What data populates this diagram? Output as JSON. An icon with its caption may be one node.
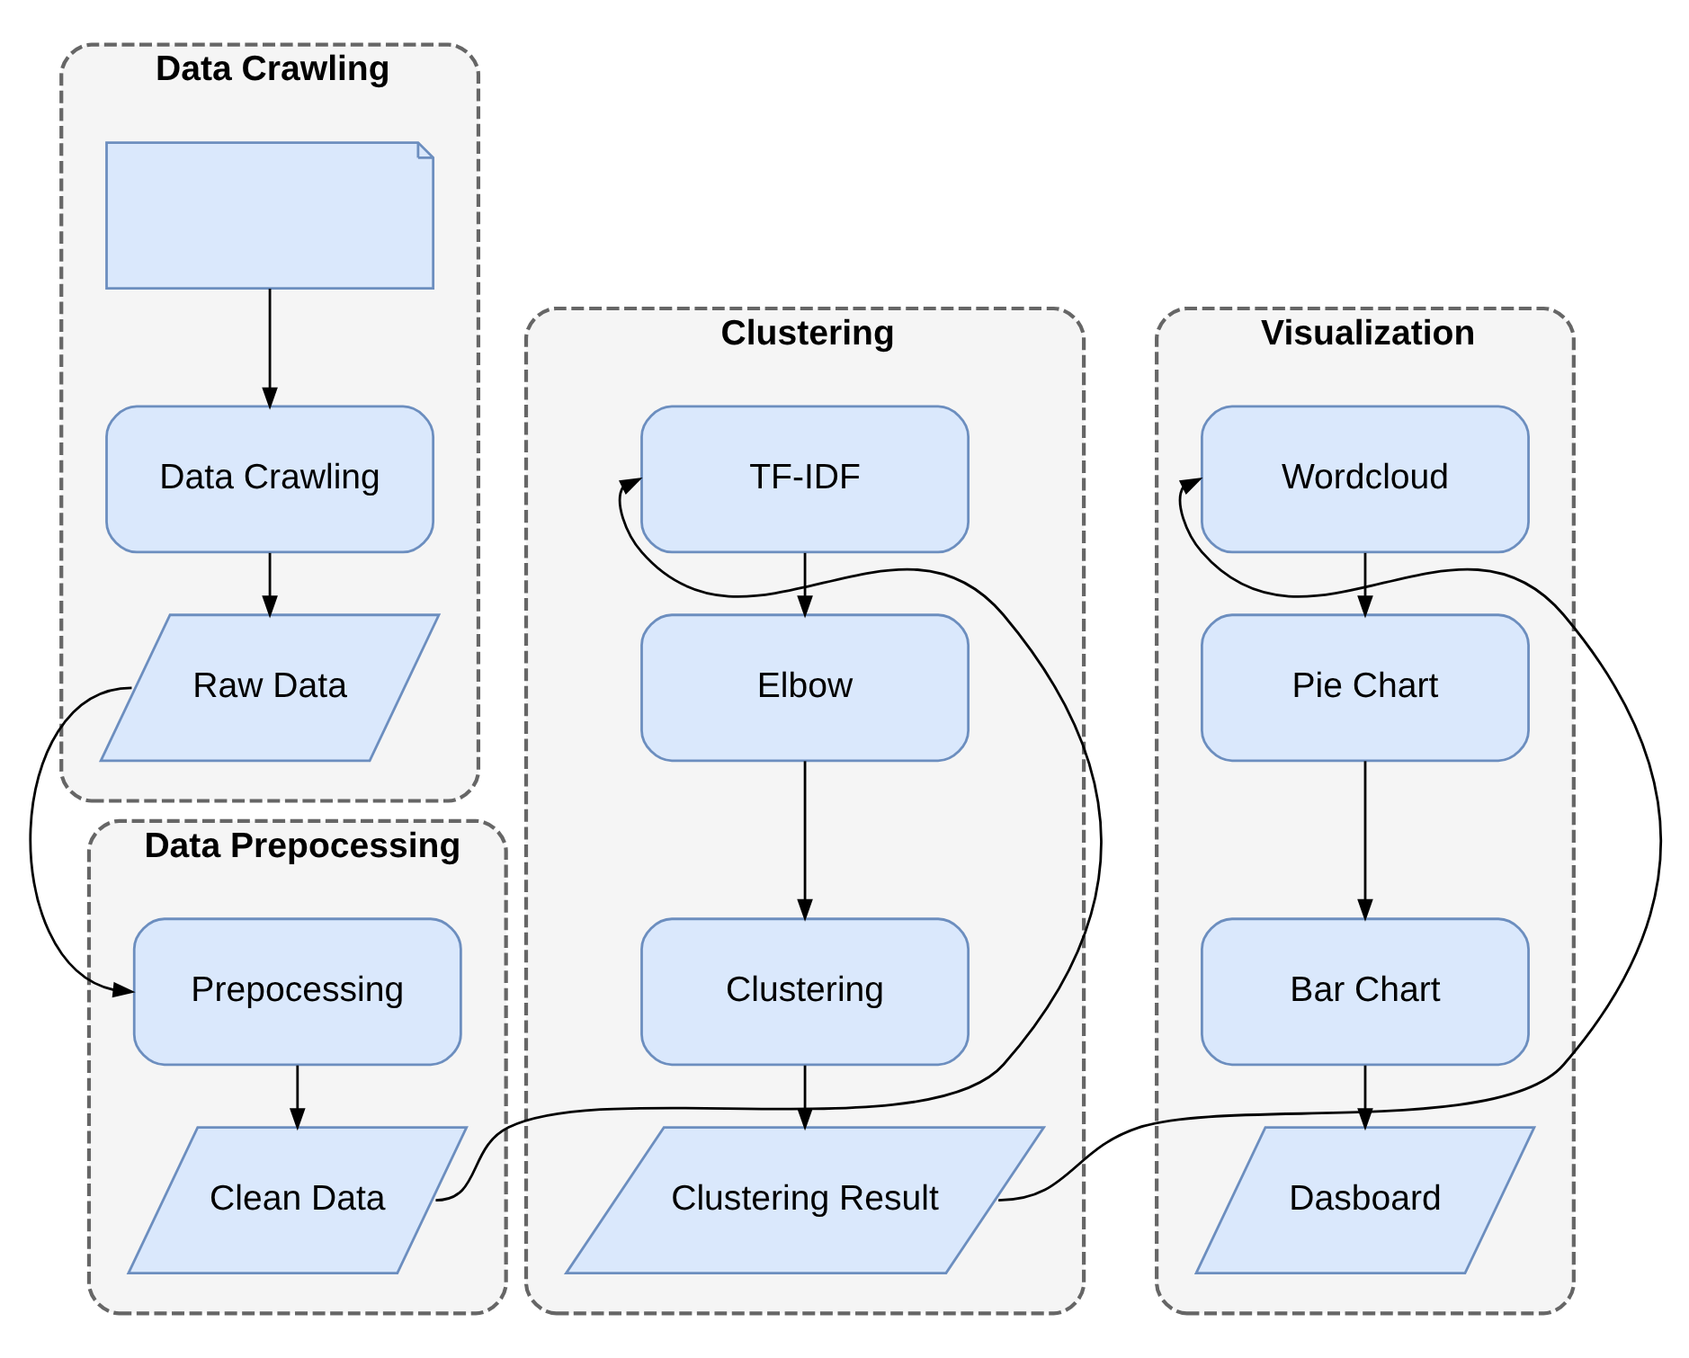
{
  "diagram": {
    "nodes": [
      {
        "text": [
          "Data Crawling"
        ]
      },
      {
        "text": [],
        "shape": "document",
        "in": 0
      },
      {
        "text": [
          "Data Crawling"
        ],
        "in": 0
      },
      {
        "text": [
          "Raw Data"
        ],
        "in": 0
      },
      {
        "text": [
          "Data Prepocessing"
        ]
      },
      {
        "text": [
          "Prepocessing"
        ],
        "in": 4
      },
      {
        "text": [
          "Clean Data"
        ],
        "in": 4
      },
      {
        "text": [
          "Clustering"
        ]
      },
      {
        "text": [
          "TF-IDF"
        ],
        "in": 7
      },
      {
        "text": [
          "Elbow"
        ],
        "in": 7
      },
      {
        "text": [
          "Clustering"
        ],
        "in": 7
      },
      {
        "text": [
          "Clustering Result"
        ],
        "in": 7
      },
      {
        "text": [
          "Visualization"
        ]
      },
      {
        "text": [
          "Wordcloud"
        ],
        "in": 12
      },
      {
        "text": [
          "Pie Chart"
        ],
        "in": 12
      },
      {
        "text": [
          "Bar Chart"
        ],
        "in": 12
      },
      {
        "text": [
          "Dasboard"
        ],
        "in": 12
      }
    ],
    "edges": [
      {
        "from": 1,
        "to": 2,
        "arrow": "to"
      },
      {
        "from": 2,
        "to": 3,
        "arrow": "to"
      },
      {
        "from": 3,
        "to": 5,
        "arrow": "to"
      },
      {
        "from": 5,
        "to": 6,
        "arrow": "to"
      },
      {
        "from": 6,
        "to": 8,
        "arrow": "to"
      },
      {
        "from": 8,
        "to": 9,
        "arrow": "to"
      },
      {
        "from": 9,
        "to": 10,
        "arrow": "to"
      },
      {
        "from": 10,
        "to": 11,
        "arrow": "to"
      },
      {
        "from": 11,
        "to": 13,
        "arrow": "to"
      },
      {
        "from": 13,
        "to": 14,
        "arrow": "to"
      },
      {
        "from": 14,
        "to": 15,
        "arrow": "to"
      },
      {
        "from": 15,
        "to": 16,
        "arrow": "to"
      }
    ]
  }
}
